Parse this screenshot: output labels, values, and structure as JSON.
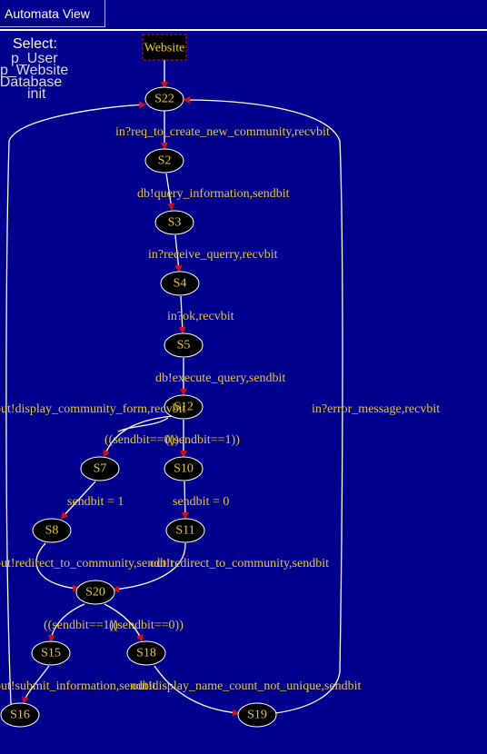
{
  "window": {
    "title": "Automata View"
  },
  "select_panel": {
    "header": "Select:",
    "options": [
      "p_User",
      "p_Website",
      "p_Database",
      "init"
    ]
  },
  "colors": {
    "background": "#00008f",
    "edge": "#ffffff",
    "arrow": "#d01010",
    "node_fill": "#000000",
    "text": "#e8c832"
  },
  "diagram": {
    "nodes": [
      {
        "id": "Website",
        "label": "Website"
      },
      {
        "id": "S22",
        "label": "S22"
      },
      {
        "id": "S2",
        "label": "S2"
      },
      {
        "id": "S3",
        "label": "S3"
      },
      {
        "id": "S4",
        "label": "S4"
      },
      {
        "id": "S5",
        "label": "S5"
      },
      {
        "id": "S12",
        "label": "S12"
      },
      {
        "id": "S7",
        "label": "S7"
      },
      {
        "id": "S10",
        "label": "S10"
      },
      {
        "id": "S8",
        "label": "S8"
      },
      {
        "id": "S11",
        "label": "S11"
      },
      {
        "id": "S20",
        "label": "S20"
      },
      {
        "id": "S15",
        "label": "S15"
      },
      {
        "id": "S18",
        "label": "S18"
      },
      {
        "id": "S16",
        "label": "S16"
      },
      {
        "id": "S19",
        "label": "S19"
      }
    ],
    "edges": [
      {
        "from": "Website",
        "to": "S22",
        "label": ""
      },
      {
        "from": "S22",
        "to": "S2",
        "label": "in?req_to_create_new_community,recvbit"
      },
      {
        "from": "S2",
        "to": "S3",
        "label": "db!query_information,sendbit"
      },
      {
        "from": "S3",
        "to": "S4",
        "label": "in?receive_querry,recvbit"
      },
      {
        "from": "S4",
        "to": "S5",
        "label": "in?ok,recvbit"
      },
      {
        "from": "S5",
        "to": "S12",
        "label": "db!execute_query,sendbit"
      },
      {
        "from": "S12",
        "to": "S7",
        "label": "((sendbit==0))"
      },
      {
        "from": "S12",
        "to": "S10",
        "label": "((sendbit==1))"
      },
      {
        "from": "S7",
        "to": "S8",
        "label": "sendbit = 1"
      },
      {
        "from": "S10",
        "to": "S11",
        "label": "sendbit = 0"
      },
      {
        "from": "S8",
        "to": "S20",
        "label": "out!redirect_to_community,sendbit"
      },
      {
        "from": "S11",
        "to": "S20",
        "label": "out!redirect_to_community,sendbit"
      },
      {
        "from": "S20",
        "to": "S15",
        "label": "((sendbit==1))"
      },
      {
        "from": "S20",
        "to": "S18",
        "label": "((sendbit==0))"
      },
      {
        "from": "S15",
        "to": "S16",
        "label": "out!submit_information,sendbit"
      },
      {
        "from": "S18",
        "to": "S19",
        "label": "out!display_name_count_not_unique,sendbit"
      },
      {
        "from": "S16",
        "to": "S22",
        "label": ""
      },
      {
        "from": "S19",
        "to": "S22",
        "label": "in?error_message,recvbit"
      },
      {
        "from": "S12",
        "to": "S12",
        "label": "out!display_community_form,recvbit"
      }
    ]
  }
}
